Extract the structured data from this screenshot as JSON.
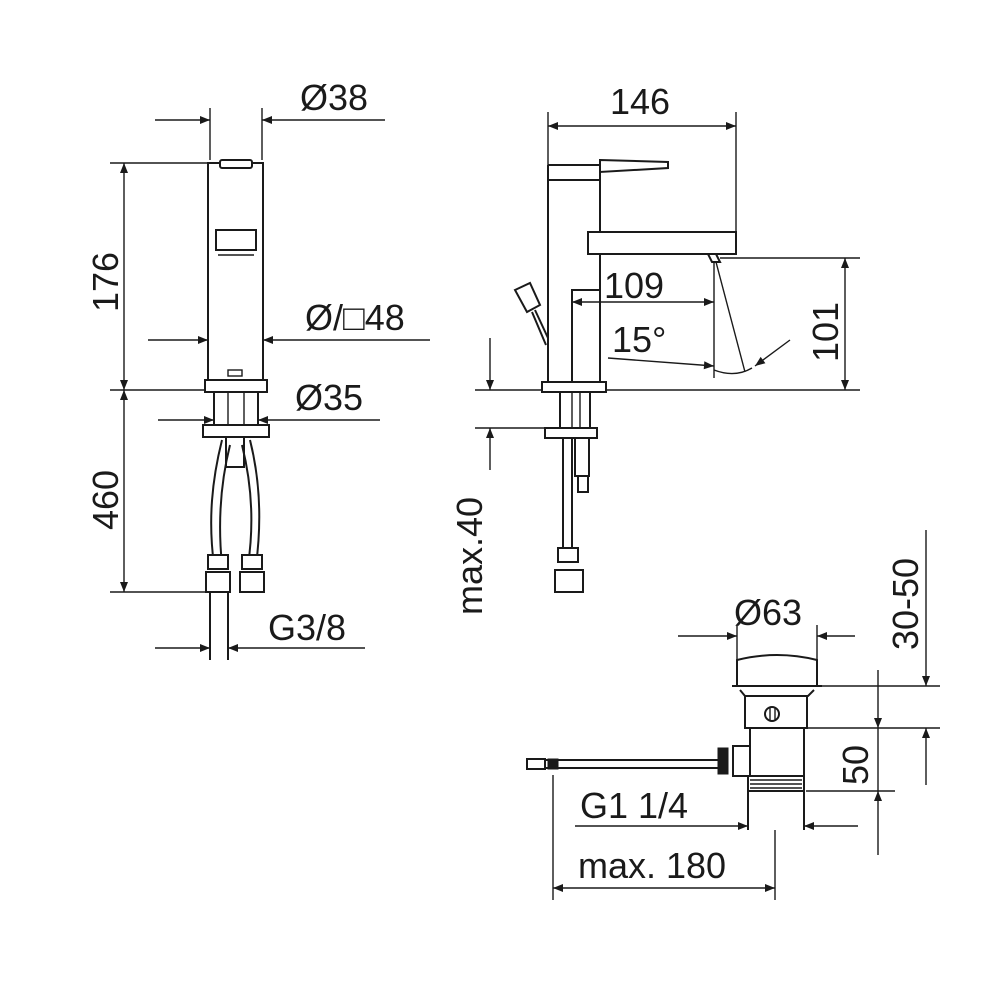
{
  "front_view": {
    "dim_spout_diameter": "Ø38",
    "dim_height": "176",
    "dim_body": "Ø/□48",
    "dim_base_diameter": "Ø35",
    "dim_hose_length": "460",
    "dim_connection": "G3/8"
  },
  "side_view": {
    "dim_depth": "146",
    "dim_reach": "109",
    "dim_angle": "15°",
    "dim_outlet_height": "101",
    "dim_max_thickness": "max.40"
  },
  "waste_view": {
    "dim_plug_diameter": "Ø63",
    "dim_stroke": "30-50",
    "dim_body_height": "50",
    "dim_thread": "G1 1/4",
    "dim_max_length": "max. 180"
  },
  "colors": {
    "line": "#1a1a1a",
    "background": "#ffffff"
  }
}
